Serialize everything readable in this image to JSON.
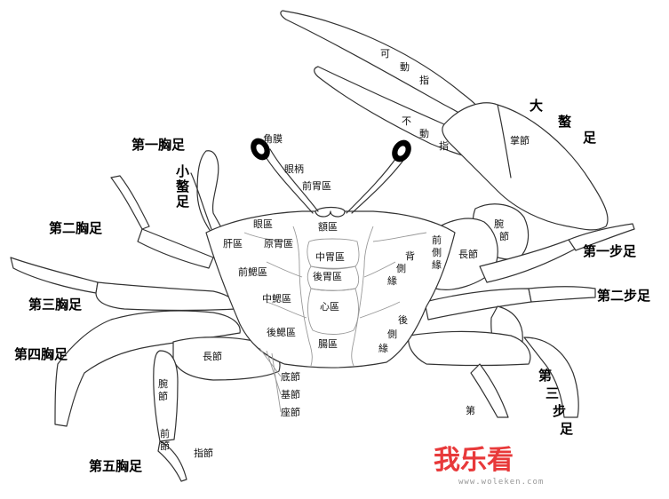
{
  "labels": {
    "jiaomo": "角膜",
    "yanbing": "眼柄",
    "qianweiqu_top": "前胃區",
    "yanqu": "眼區",
    "equ": "額區",
    "ganqu": "肝區",
    "yuanweiqu": "原胃區",
    "zhongweiqu": "中胃區",
    "qianxiaiqu": "前鰓區",
    "houweiqu": "後胃區",
    "zhongxiaiqu": "中鰓區",
    "xinqu": "心區",
    "houxiaiqu": "後鰓區",
    "changqu": "腸區",
    "qiance": "前側緣",
    "beice": "背側緣",
    "houce": "後側緣",
    "changjie_right": "長節",
    "wanjie_right": "腕節",
    "zhangjie": "掌節",
    "kedongzhi": "可動指",
    "budongzhi": "不動指",
    "changjie_left": "長節",
    "wanjie_left": "腕節",
    "qianjie_left": "前節",
    "zhijie": "指節",
    "dijie": "底節",
    "jijie": "基節",
    "zuojie": "座節",
    "cut_text": "第"
  },
  "legs": {
    "first_thoracic": "第一胸足",
    "small_claw": "小螯足",
    "second_thoracic": "第二胸足",
    "third_thoracic": "第三胸足",
    "fourth_thoracic": "第四胸足",
    "fifth_thoracic": "第五胸足",
    "big_claw": "大螯足",
    "first_walking": "第一步足",
    "second_walking": "第二步足",
    "third_walking": "第三步足"
  },
  "watermark": {
    "brand": "我乐看",
    "url": "www.woleken.com"
  },
  "colors": {
    "outline": "#333333",
    "eye": "#000000",
    "watermark": "#e8393a"
  }
}
